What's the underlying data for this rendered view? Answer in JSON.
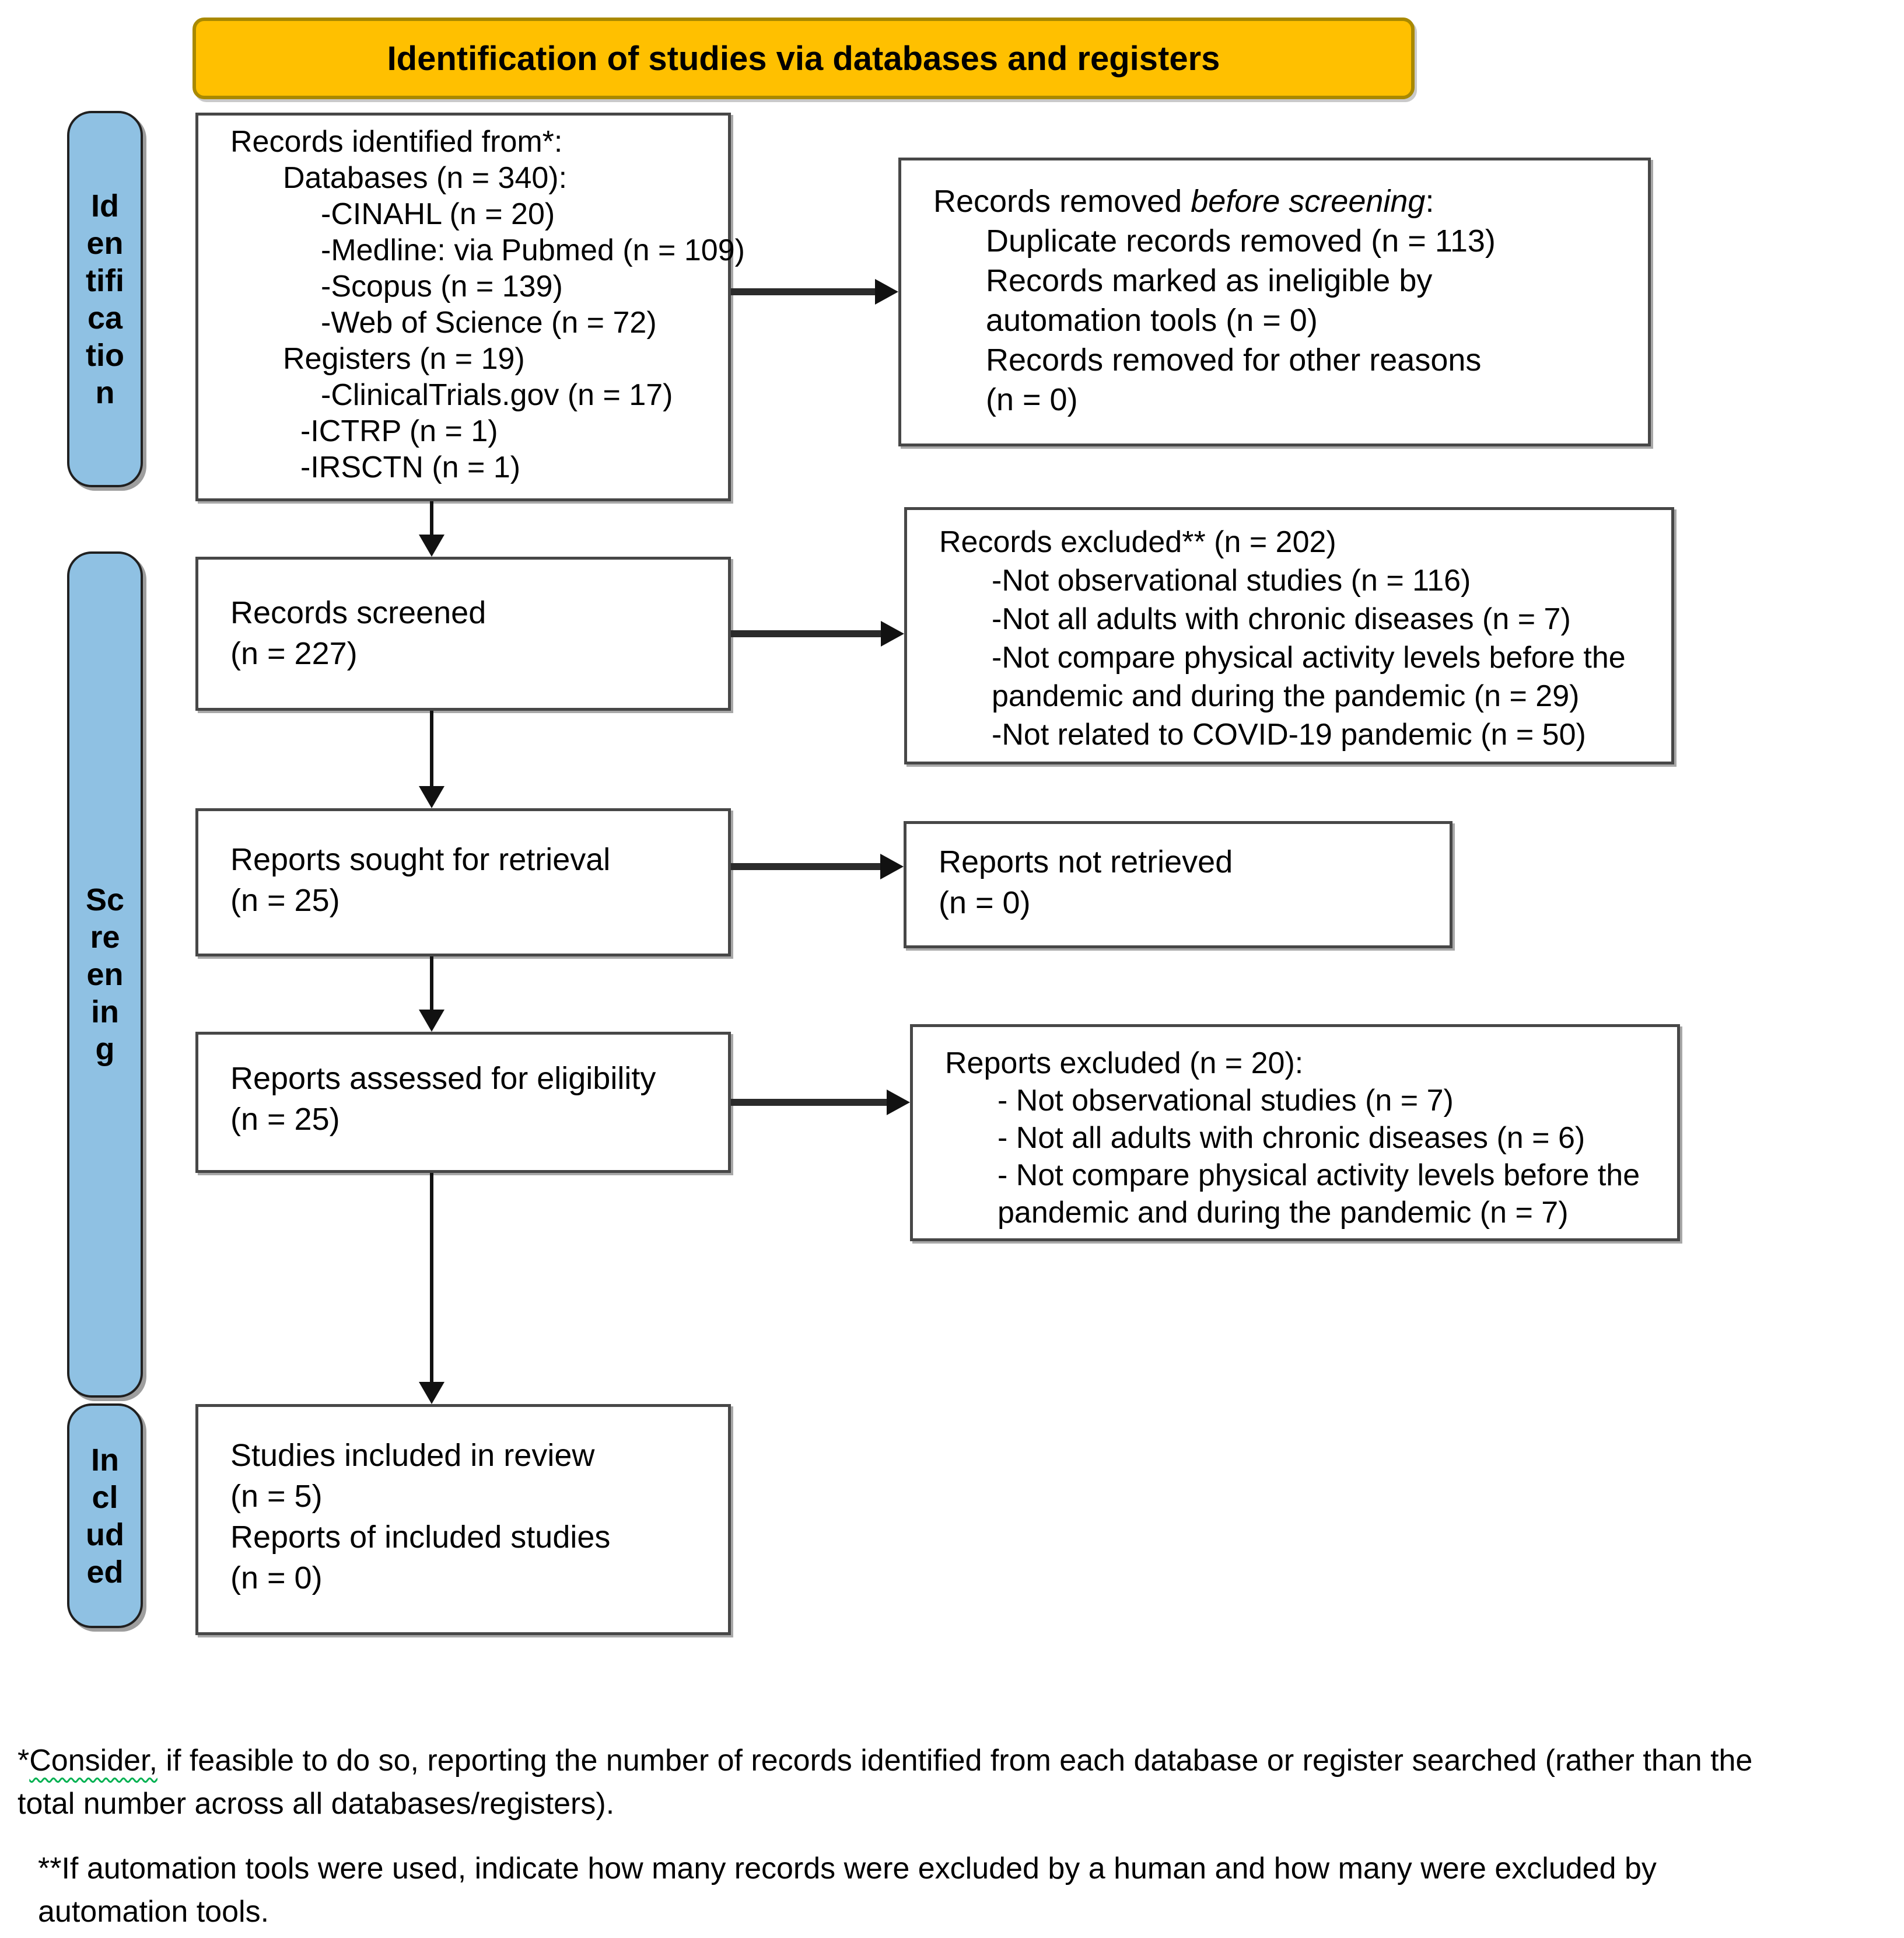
{
  "banner": {
    "title": "Identification of studies via databases and registers"
  },
  "sidebar": {
    "identification": "Id\nen\ntifi\nca\ntio\nn",
    "screening": "Sc\nre\nen\nin\ng",
    "included": "In\ncl\nud\ned"
  },
  "boxes": {
    "identified": {
      "lines": [
        "Records identified from*:",
        "Databases (n = 340):",
        "-CINAHL (n = 20)",
        "-Medline: via Pubmed (n = 109)",
        "-Scopus (n = 139)",
        "-Web of Science (n = 72)",
        "Registers (n = 19)",
        "-ClinicalTrials.gov (n = 17)",
        "-ICTRP (n = 1)",
        "-IRSCTN (n = 1)"
      ]
    },
    "removed": {
      "title_prefix": "Records removed ",
      "title_italic": "before screening",
      "title_suffix": ":",
      "lines": [
        "Duplicate records removed (n = 113)",
        "Records marked as ineligible by",
        "automation tools (n = 0)",
        "Records removed for other reasons",
        "(n = 0)"
      ]
    },
    "screened": {
      "lines": [
        "Records screened",
        "(n = 227)"
      ]
    },
    "excluded_records": {
      "lines": [
        "Records excluded** (n = 202)",
        "-Not observational studies (n = 116)",
        "-Not all adults with chronic diseases (n = 7)",
        "-Not compare physical activity levels before the",
        "pandemic and during the pandemic (n = 29)",
        "-Not related to COVID-19 pandemic (n = 50)"
      ]
    },
    "sought": {
      "lines": [
        "Reports sought for retrieval",
        "(n = 25)"
      ]
    },
    "not_retrieved": {
      "lines": [
        "Reports not retrieved",
        "(n = 0)"
      ]
    },
    "assessed": {
      "lines": [
        "Reports assessed for eligibility",
        "(n = 25)"
      ]
    },
    "excluded_reports": {
      "lines": [
        "Reports excluded (n = 20):",
        "- Not observational studies (n = 7)",
        "- Not all adults with chronic diseases (n = 6)",
        "- Not compare physical activity levels before the",
        "pandemic and during the pandemic (n = 7)"
      ]
    },
    "included_studies": {
      "lines": [
        "Studies included in review",
        "(n = 5)",
        "Reports of included studies",
        "(n = 0)"
      ]
    }
  },
  "footnotes": {
    "star": "*",
    "word": "Consider,",
    "rest": " if feasible to do so, reporting the number of records identified from each database or register searched (rather than the\ntotal number across all databases/registers).",
    "second": "**If automation tools were used, indicate how many records were excluded by a human and how many were excluded by\nautomation tools."
  },
  "colors": {
    "banner_fill": "#FFC000",
    "banner_border": "#A98900",
    "stage_fill": "#8FC1E3",
    "box_border": "#474747",
    "arrow": "#111111"
  }
}
